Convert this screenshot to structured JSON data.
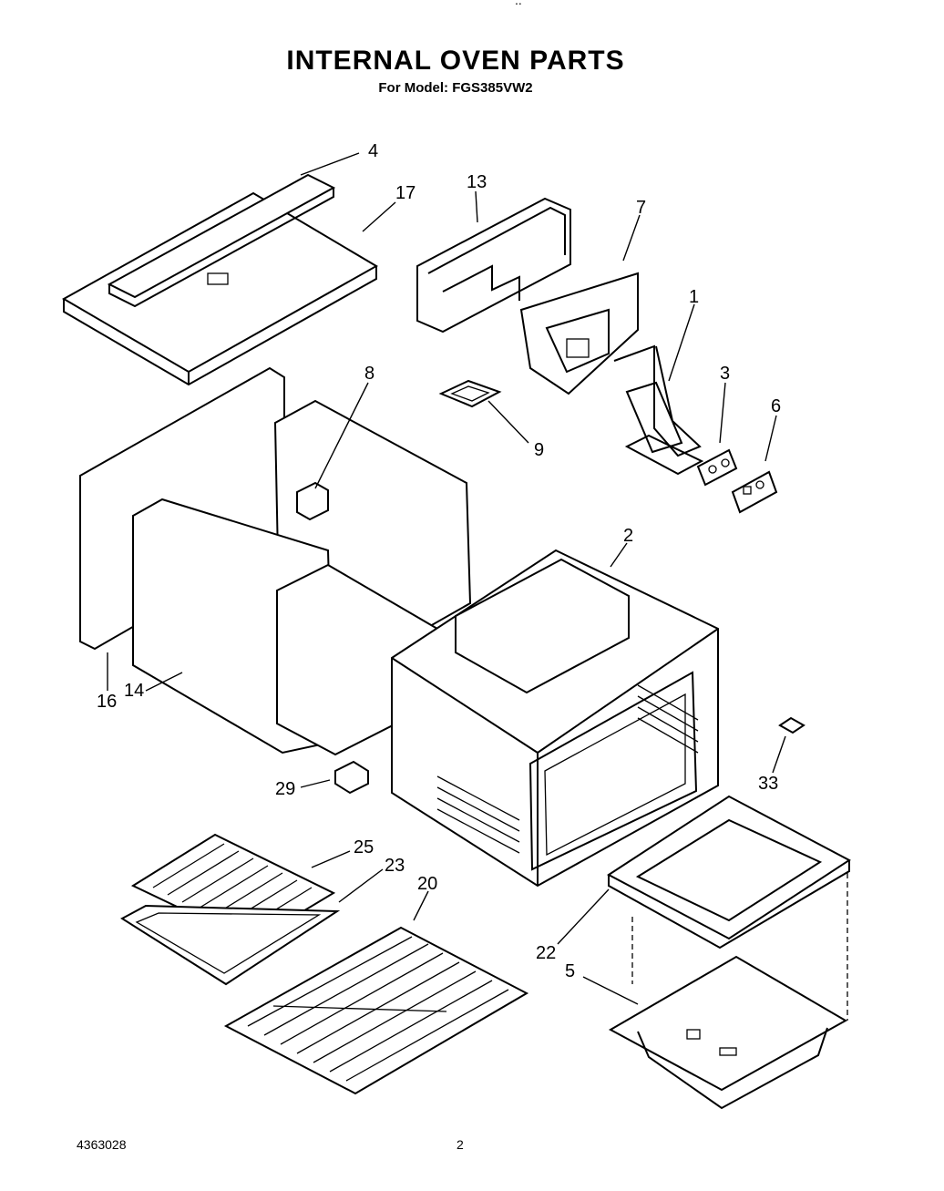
{
  "page": {
    "top_mark": "..",
    "title": "INTERNAL OVEN PARTS",
    "subtitle": "For Model: FGS385VW2",
    "doc_number": "4363028",
    "page_number": "2"
  },
  "part_labels": {
    "p4": "4",
    "p17": "17",
    "p13": "13",
    "p7": "7",
    "p1": "1",
    "p8": "8",
    "p3": "3",
    "p6": "6",
    "p9": "9",
    "p2": "2",
    "p16": "16",
    "p14": "14",
    "p33": "33",
    "p29": "29",
    "p25": "25",
    "p23": "23",
    "p20": "20",
    "p22": "22",
    "p5": "5"
  }
}
